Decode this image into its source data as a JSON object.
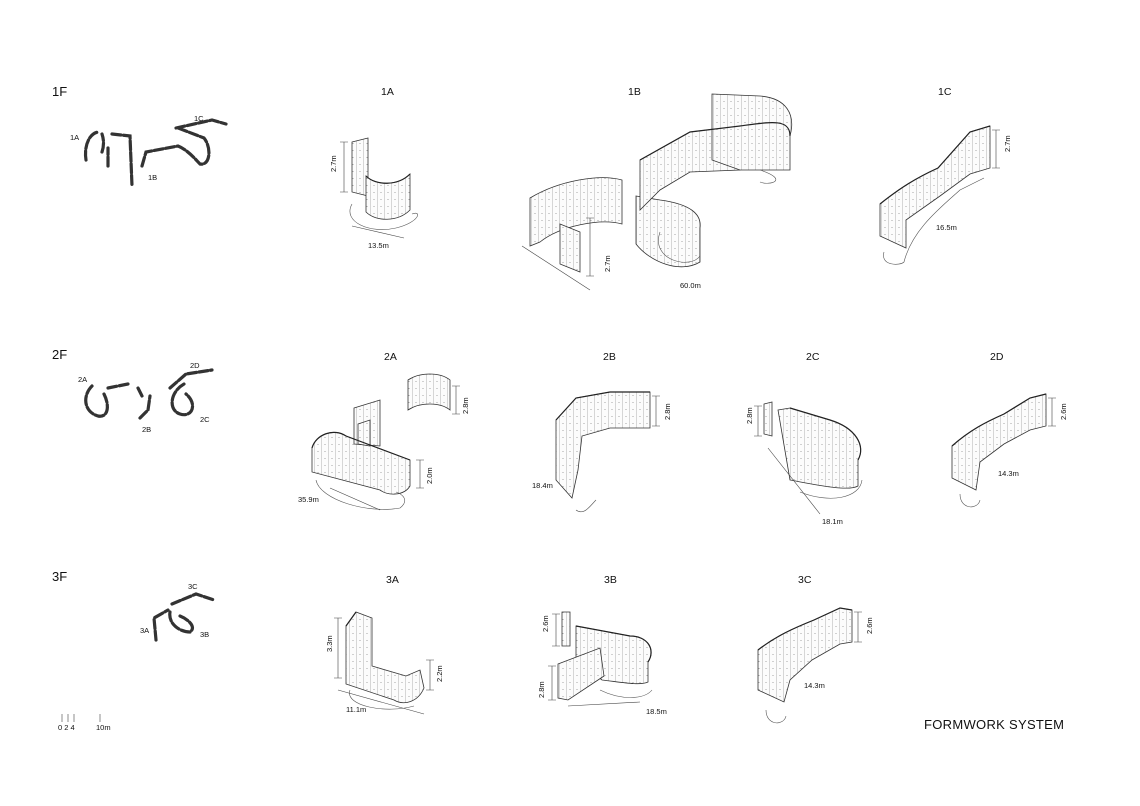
{
  "floors": {
    "f1": "1F",
    "f2": "2F",
    "f3": "3F"
  },
  "plan_labels": {
    "p1a": "1A",
    "p1b": "1B",
    "p1c": "1C",
    "p2a": "2A",
    "p2b": "2B",
    "p2c": "2C",
    "p2d": "2D",
    "p3a": "3A",
    "p3b": "3B",
    "p3c": "3C"
  },
  "modules": {
    "m1a": {
      "title": "1A",
      "height": "2.7m",
      "length": "13.5m"
    },
    "m1b": {
      "title": "1B",
      "height": "2.7m",
      "length": "60.0m"
    },
    "m1c": {
      "title": "1C",
      "height": "2.7m",
      "length": "16.5m"
    },
    "m2a": {
      "title": "2A",
      "height": "2.8m",
      "height2": "2.0m",
      "length": "35.9m"
    },
    "m2b": {
      "title": "2B",
      "height": "2.8m",
      "length": "18.4m"
    },
    "m2c": {
      "title": "2C",
      "height": "2.8m",
      "length": "18.1m"
    },
    "m2d": {
      "title": "2D",
      "height": "2.6m",
      "length": "14.3m"
    },
    "m3a": {
      "title": "3A",
      "height": "3.3m",
      "height2": "2.2m",
      "length": "11.1m"
    },
    "m3b": {
      "title": "3B",
      "height": "2.6m",
      "height2": "2.8m",
      "length": "18.5m"
    },
    "m3c": {
      "title": "3C",
      "height": "2.6m",
      "length": "14.3m"
    }
  },
  "scale_bar": {
    "ticks": "0 2 4",
    "end": "10m"
  },
  "footer_title": "FORMWORK SYSTEM"
}
